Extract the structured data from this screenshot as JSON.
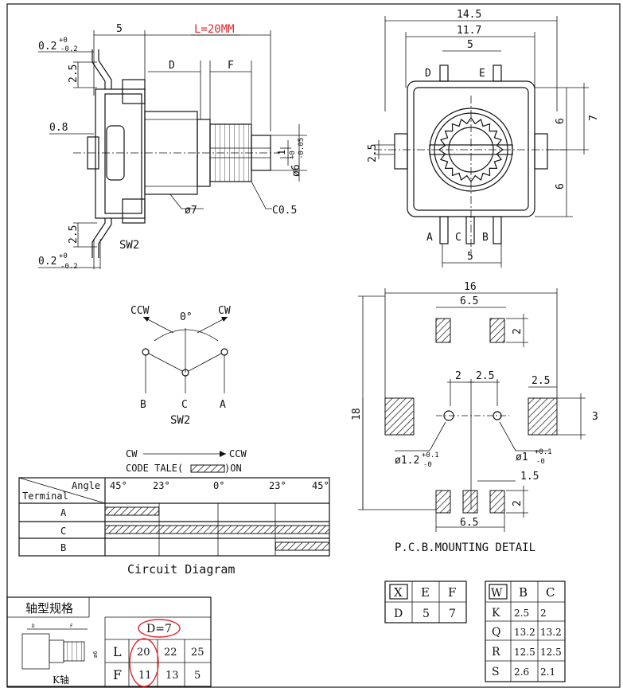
{
  "side_view": {
    "dim_top_left": "5",
    "dim_length": "L=20MM",
    "dim_d": "D",
    "dim_f": "F",
    "tol_base": "0.2",
    "tol_plus": "+0",
    "tol_minus": "-0.2",
    "dim_pitch": "2.5",
    "dim_thickness": "0.8",
    "dim_body_dia": "ø7",
    "dim_chamfer": "C0.5",
    "dim_flat": "1",
    "dim_shaft_dia": "ø6",
    "shaft_tol_plus": "+0",
    "shaft_tol_minus": "-0.05",
    "label": "SW2"
  },
  "front_view": {
    "dim_width": "14.5",
    "dim_inner": "11.7",
    "dim_pin_top": "5",
    "dim_pin_bottom": "5",
    "dim_left": "2.5",
    "dim_r1": "6",
    "dim_r2": "7",
    "dim_r3": "6",
    "pin_d": "D",
    "pin_e": "E",
    "pin_a": "A",
    "pin_c": "C",
    "pin_b": "B"
  },
  "switch_schematic": {
    "ccw": "CCW",
    "cw": "CW",
    "zero": "0°",
    "pin_b": "B",
    "pin_c": "C",
    "pin_a": "A",
    "label": "SW2"
  },
  "pcb": {
    "dim_width": "16",
    "dim_top_pitch": "6.5",
    "dim_pad_h": "2",
    "dim_height": "18",
    "dim_hole_sp1": "2",
    "dim_hole_sp2": "2.5",
    "dim_side_w": "2.5",
    "dim_side_h": "3",
    "dim_hole1": "ø1.2",
    "hole1_plus": "+0.1",
    "hole1_minus": "-0",
    "dim_hole2": "ø1",
    "hole2_plus": "+0.1",
    "hole2_minus": "-0",
    "dim_bottom_gap": "1.5",
    "dim_bottom_pad_h": "2",
    "dim_bottom_pitch": "6.5",
    "title": "P.C.B.MOUNTING DETAIL"
  },
  "code_table": {
    "cw": "CW",
    "ccw": "CCW",
    "legend_prefix": "CODE TALE(",
    "legend_suffix": ")ON",
    "header_angle": "Angle",
    "header_terminal": "Terminal",
    "angles": [
      "45°",
      "23°",
      "0°",
      "23°",
      "45°"
    ],
    "rows": [
      {
        "terminal": "A",
        "on_from": 0,
        "on_to": 0.24
      },
      {
        "terminal": "C",
        "on_from": 0,
        "on_to": 1
      },
      {
        "terminal": "B",
        "on_from": 0.76,
        "on_to": 1
      }
    ],
    "title": "Circuit Diagram"
  },
  "shaft_spec": {
    "title": "轴型规格",
    "shaft_name": "K轴",
    "d_value": "D=7",
    "rows": [
      {
        "label": "L",
        "values": [
          "20",
          "22",
          "25"
        ]
      },
      {
        "label": "F",
        "values": [
          "11",
          "13",
          "5"
        ]
      }
    ],
    "mini_d": "D",
    "mini_f": "F",
    "mini_dia": "ø6"
  },
  "table_def": {
    "header": [
      "X",
      "E",
      "F"
    ],
    "rows": [
      [
        "D",
        "5",
        "7"
      ]
    ]
  },
  "table_wbc": {
    "header": [
      "W",
      "B",
      "C"
    ],
    "rows": [
      [
        "K",
        "2.5",
        "2"
      ],
      [
        "Q",
        "13.2",
        "13.2"
      ],
      [
        "R",
        "12.5",
        "12.5"
      ],
      [
        "S",
        "2.6",
        "2.1"
      ]
    ]
  },
  "colors": {
    "highlight": "#e0282c",
    "ink": "#111111"
  }
}
